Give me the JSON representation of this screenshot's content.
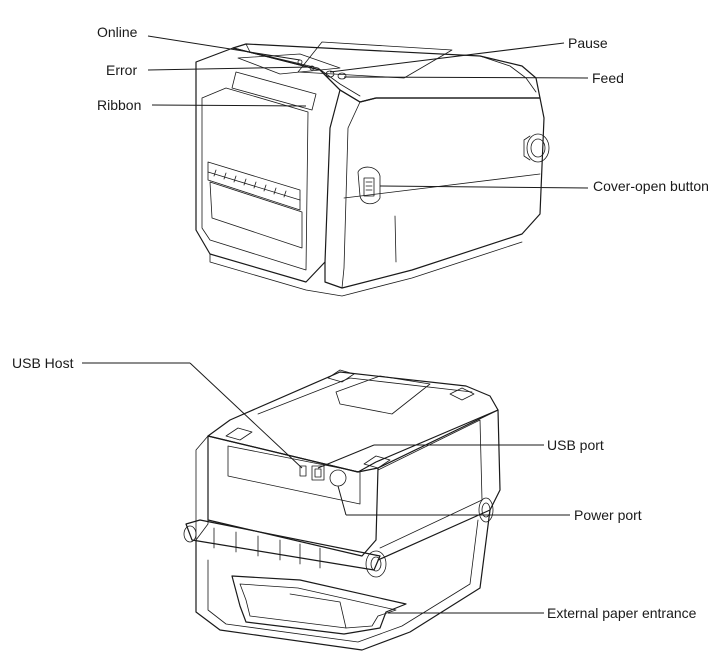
{
  "figure": {
    "top_view_labels": {
      "online": "Online",
      "error": "Error",
      "ribbon": "Ribbon",
      "pause": "Pause",
      "feed": "Feed",
      "cover_open": "Cover-open button"
    },
    "rear_view_labels": {
      "usb_host": "USB Host",
      "usb_port": "USB port",
      "power_port": "Power port",
      "external_paper": "External paper entrance"
    }
  }
}
